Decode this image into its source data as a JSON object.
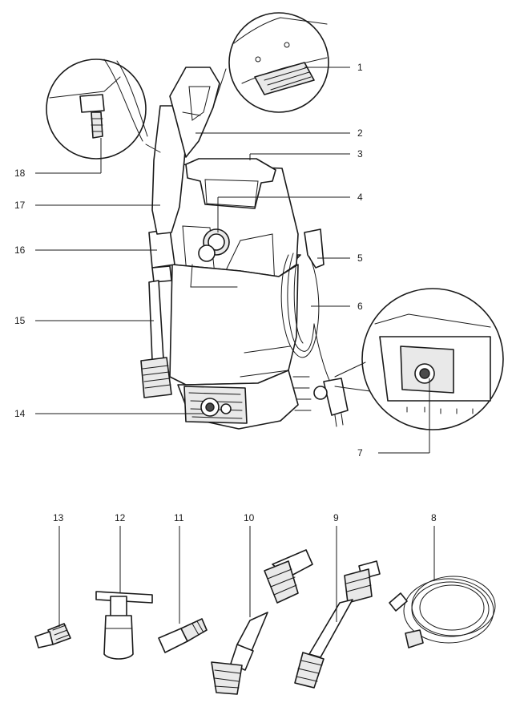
{
  "callouts": {
    "c1": "1",
    "c2": "2",
    "c3": "3",
    "c4": "4",
    "c5": "5",
    "c6": "6",
    "c7": "7",
    "c8": "8",
    "c9": "9",
    "c10": "10",
    "c11": "11",
    "c12": "12",
    "c13": "13",
    "c14": "14",
    "c15": "15",
    "c16": "16",
    "c17": "17",
    "c18": "18"
  },
  "colors": {
    "line": "#1a1a1a",
    "fill_light": "#e9e9e9",
    "fill_dark": "#4a4a4a"
  }
}
